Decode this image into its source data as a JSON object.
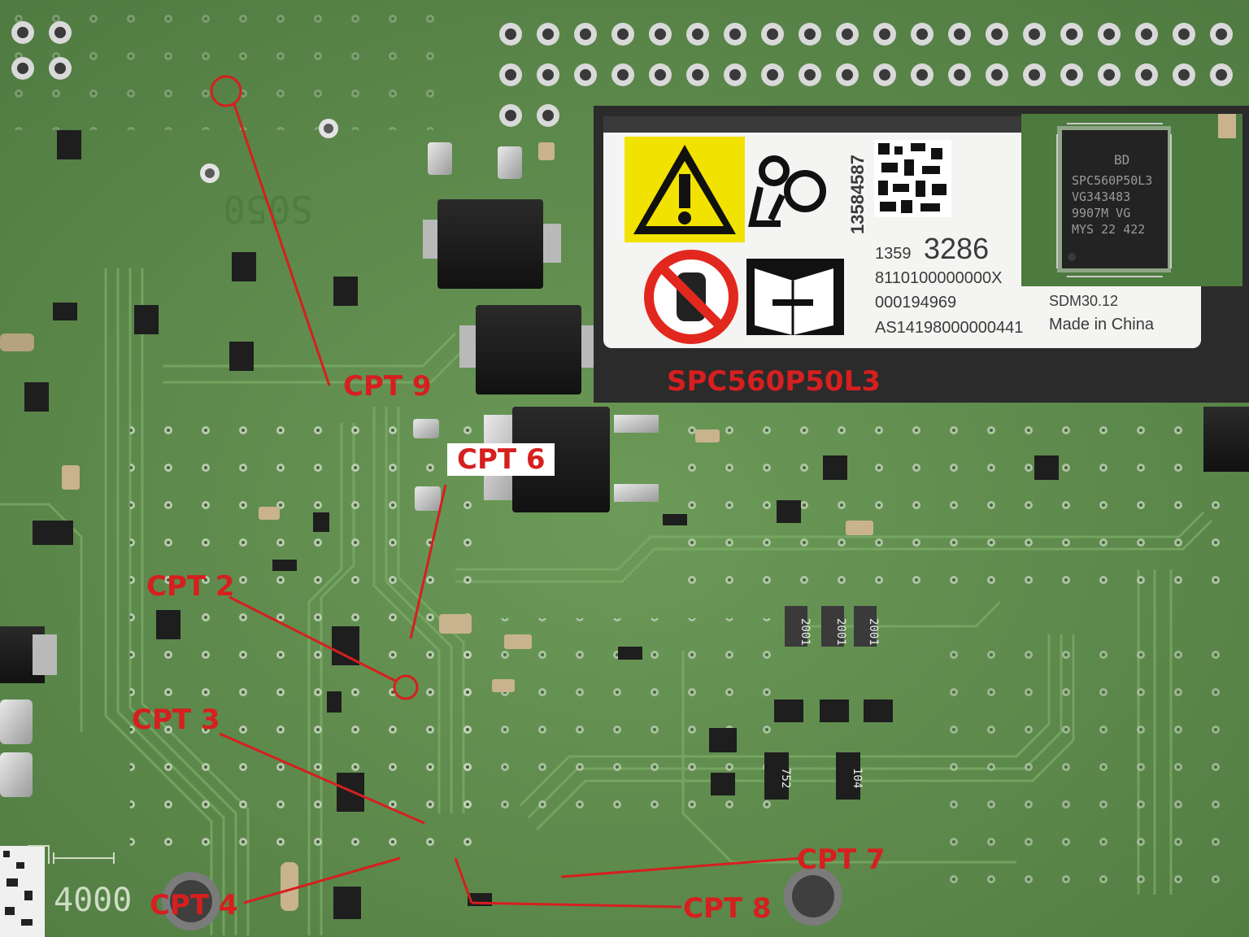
{
  "photo": {
    "subject": "Airbag control module circuit board with test point callouts",
    "board_silkscreen": {
      "top_marking": "S050",
      "bottom_marking": "4000"
    },
    "callouts": [
      {
        "id": "cpt9",
        "label": "CPT 9"
      },
      {
        "id": "cpt6",
        "label": "CPT 6"
      },
      {
        "id": "cpt2",
        "label": "CPT 2"
      },
      {
        "id": "cpt3",
        "label": "CPT 3"
      },
      {
        "id": "cpt4",
        "label": "CPT 4"
      },
      {
        "id": "cpt7",
        "label": "CPT 7"
      },
      {
        "id": "cpt8",
        "label": "CPT 8"
      }
    ],
    "inset": {
      "chip_caption": "SPC560P50L3",
      "sticker": {
        "part_no_vertical": "13584587",
        "line1_prefix": "1359",
        "line1_number": "3286",
        "line2": "8110100000000X",
        "line3": "000194969",
        "line4": "AS14198000000441",
        "sdm": "SDM30.12",
        "origin": "Made in China",
        "icons": [
          "warning-icon",
          "airbag-passenger-icon",
          "no-hand-icon",
          "manual-wrench-icon"
        ]
      },
      "chip_marking": {
        "brand": "BD",
        "line1": "SPC560P50L3",
        "line2": "VG343483",
        "line3": "9907M VG",
        "line4": "MYS 22 422"
      }
    },
    "resistor_codes": [
      "2001",
      "2001",
      "2001",
      "752",
      "104"
    ],
    "colors": {
      "pcb": "#5f8a4e",
      "trace": "#6f9c5b",
      "callout": "#d61f1f",
      "label_bg": "#ffffff",
      "inset_bg": "#2b2b2b",
      "sticker_yellow": "#f2e200"
    }
  }
}
